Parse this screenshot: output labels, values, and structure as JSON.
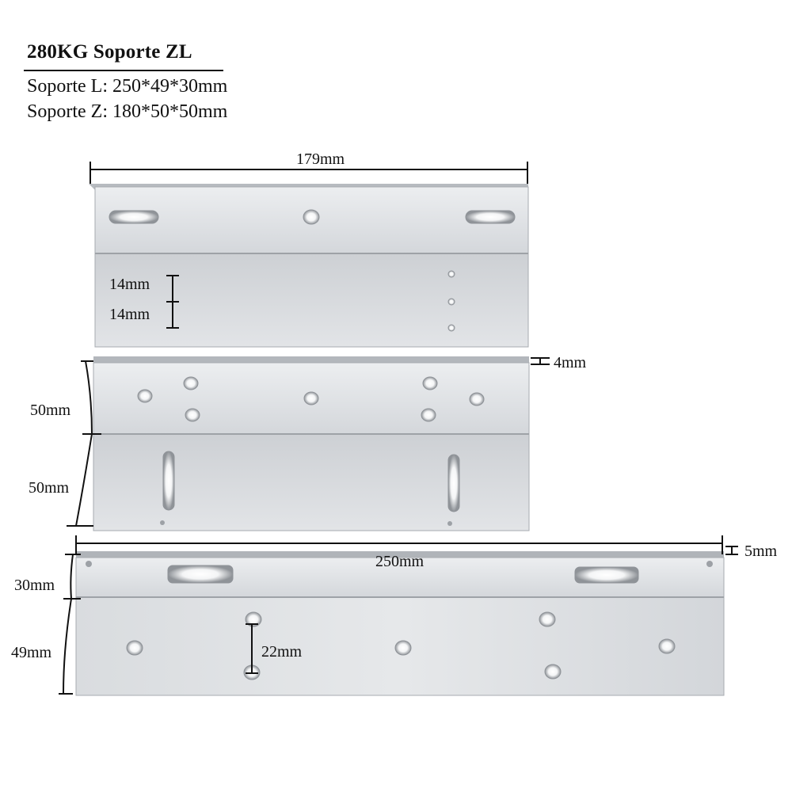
{
  "header": {
    "title": "280KG Soporte ZL",
    "l_bracket": "Soporte L: 250*49*30mm",
    "z_bracket": "Soporte Z: 180*50*50mm"
  },
  "dimensions": {
    "top_length": "179mm",
    "hole_gap_1": "14mm",
    "hole_gap_2": "14mm",
    "thickness_z": "4mm",
    "z_height_upper": "50mm",
    "z_height_lower": "50mm",
    "l_length": "250mm",
    "thickness_l": "5mm",
    "l_height_upper": "30mm",
    "l_height_lower": "49mm",
    "hole_spacing": "22mm"
  },
  "colors": {
    "metal_light": "#e4e6e9",
    "metal_mid": "#cfd2d6",
    "metal_dark": "#a9adb2",
    "edge": "#8e9297",
    "dimension_line": "#111111"
  }
}
